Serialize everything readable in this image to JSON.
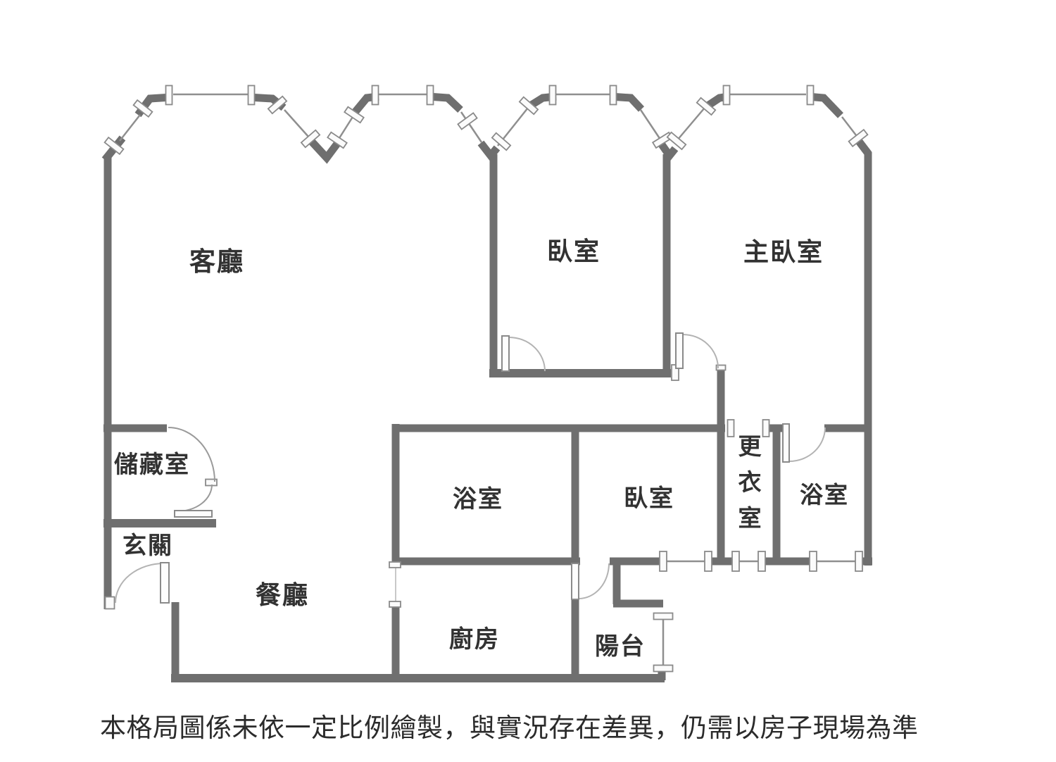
{
  "figure_type": "apartment-floor-plan",
  "rooms": [
    {
      "name": "living-room",
      "label": "客廳"
    },
    {
      "name": "bedroom-top",
      "label": "臥室"
    },
    {
      "name": "master-bedroom",
      "label": "主臥室"
    },
    {
      "name": "storage-room",
      "label": "儲藏室"
    },
    {
      "name": "entryway",
      "label": "玄關"
    },
    {
      "name": "dining-room",
      "label": "餐廳"
    },
    {
      "name": "bathroom-main",
      "label": "浴室"
    },
    {
      "name": "bedroom-middle",
      "label": "臥室"
    },
    {
      "name": "walk-in-closet",
      "label": "更衣室"
    },
    {
      "name": "bathroom-2",
      "label": "浴室"
    },
    {
      "name": "kitchen",
      "label": "廚房"
    },
    {
      "name": "balcony",
      "label": "陽台"
    }
  ],
  "disclaimer": "本格局圖係未依一定比例繪製，與實況存在差異，仍需以房子現場為準",
  "colors": {
    "wall": "#6f6f6f",
    "window_line": "#8f8f8f",
    "door_arc": "#b3b3b3",
    "label": "#323232",
    "background": "#ffffff"
  }
}
